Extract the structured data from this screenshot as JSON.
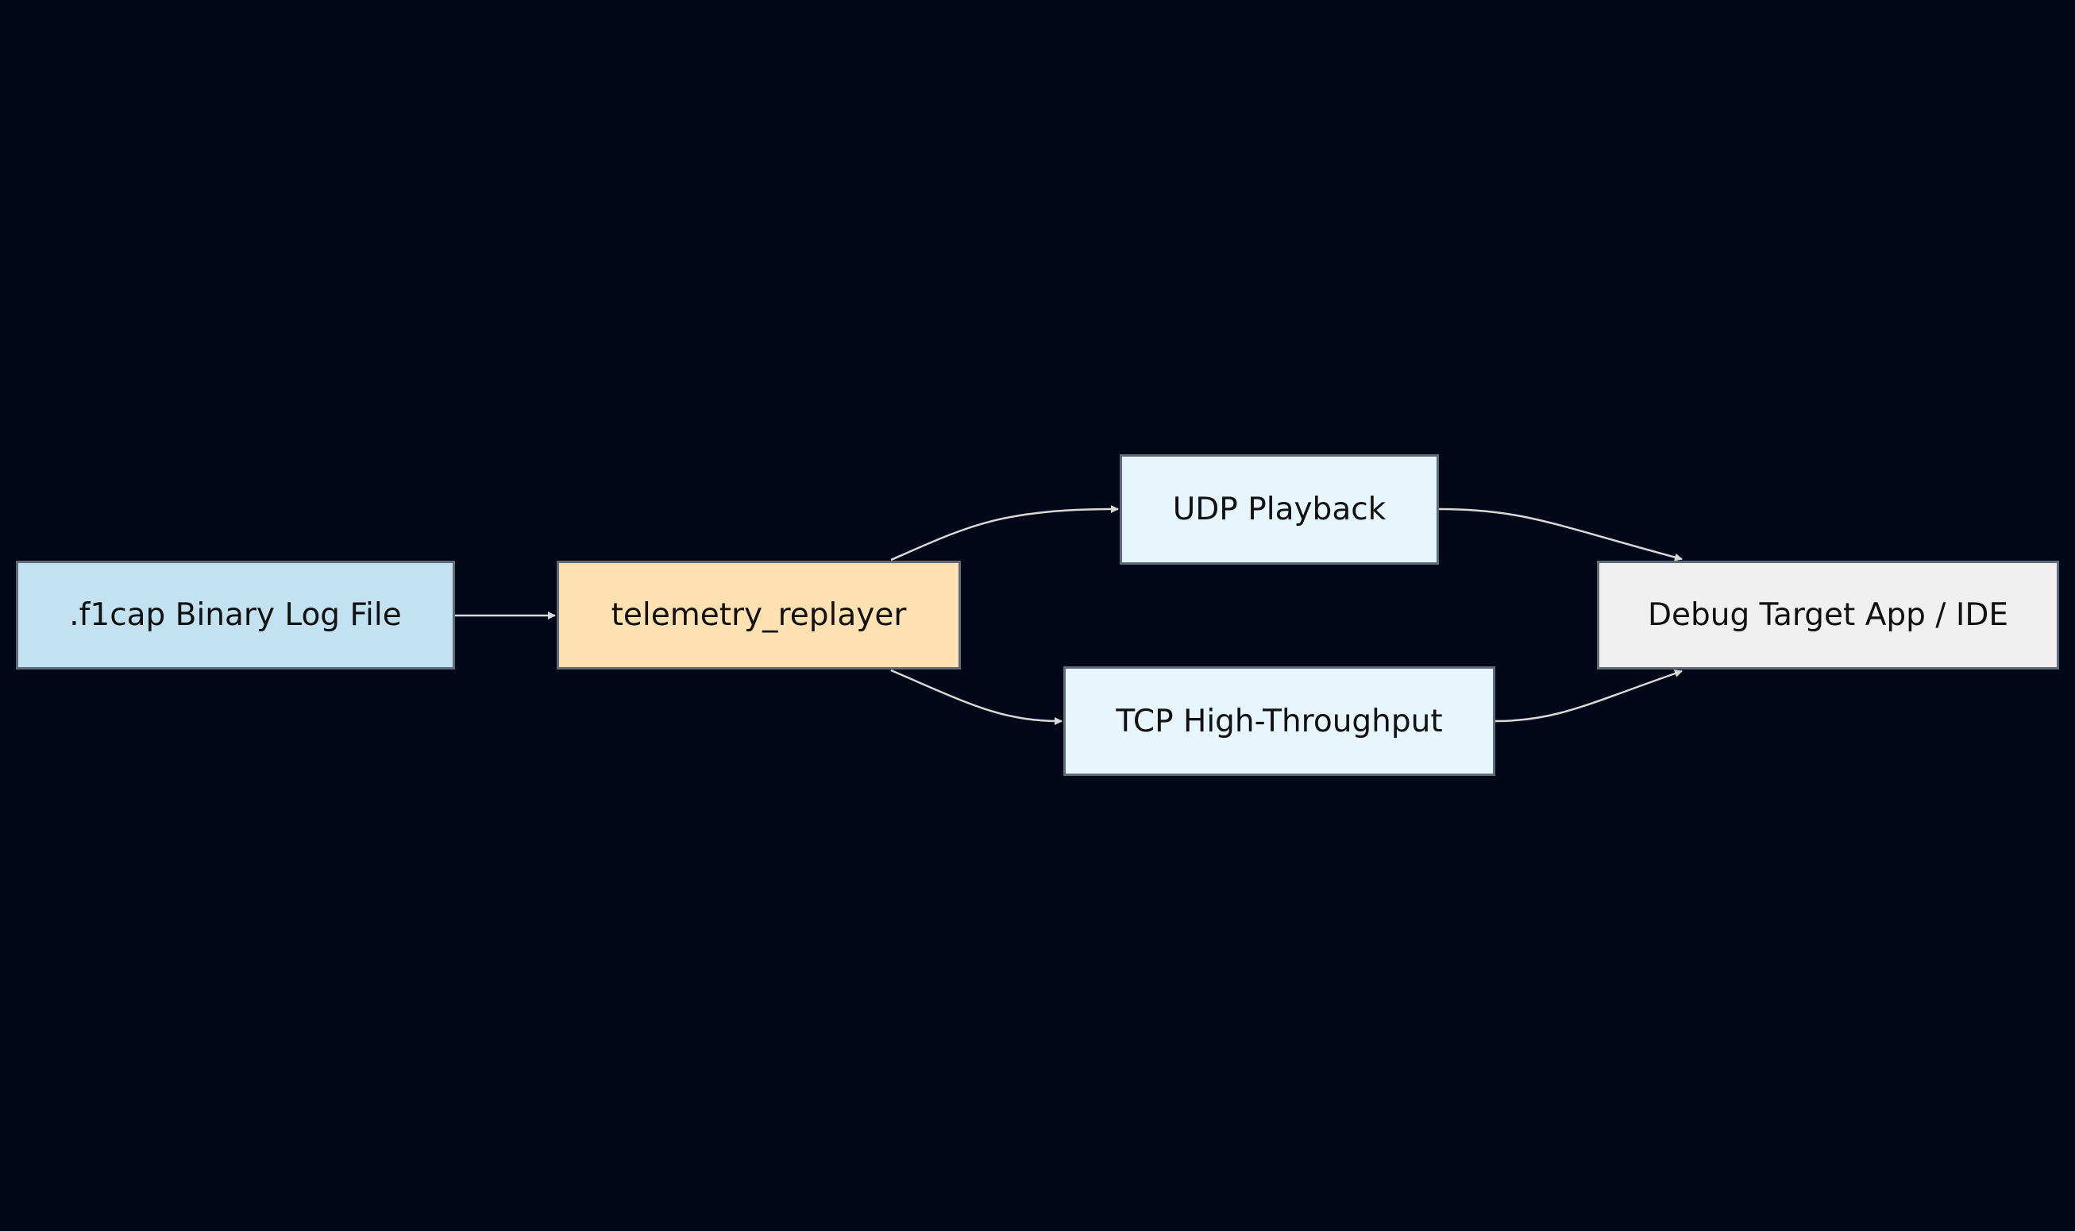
{
  "diagram": {
    "background_color": "#020817",
    "edge_color": "#d9d9d9",
    "nodes": {
      "source": {
        "label": ".f1cap Binary Log File",
        "color": "#c3e2f1"
      },
      "replayer": {
        "label": "telemetry_replayer",
        "color": "#fde1b2"
      },
      "udp": {
        "label": "UDP Playback",
        "color": "#e6f6fc"
      },
      "tcp": {
        "label": "TCP High-Throughput",
        "color": "#e6f6fc"
      },
      "target": {
        "label": "Debug Target App / IDE",
        "color": "#f0f0f0"
      }
    },
    "edges": [
      {
        "from": ".f1cap Binary Log File",
        "to": "telemetry_replayer"
      },
      {
        "from": "telemetry_replayer",
        "to": "UDP Playback"
      },
      {
        "from": "telemetry_replayer",
        "to": "TCP High-Throughput"
      },
      {
        "from": "UDP Playback",
        "to": "Debug Target App / IDE"
      },
      {
        "from": "TCP High-Throughput",
        "to": "Debug Target App / IDE"
      }
    ]
  }
}
